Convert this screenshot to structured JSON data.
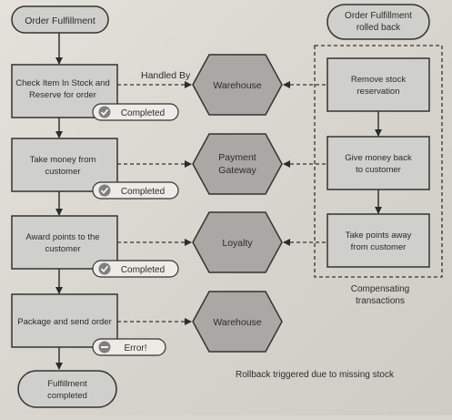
{
  "nodes": {
    "order_fulfillment": "Order Fulfillment",
    "rolled_back_line1": "Order Fulfillment",
    "rolled_back_line2": "rolled back",
    "check_stock_line1": "Check Item In Stock and",
    "check_stock_line2": "Reserve for order",
    "take_money_line1": "Take money from",
    "take_money_line2": "customer",
    "award_points_line1": "Award points to the",
    "award_points_line2": "customer",
    "package_send": "Package and send order",
    "fulfillment_completed_line1": "Fulfillment",
    "fulfillment_completed_line2": "completed",
    "remove_stock_line1": "Remove stock",
    "remove_stock_line2": "reservation",
    "give_money_back_line1": "Give money back",
    "give_money_back_line2": "to customer",
    "take_points_away_line1": "Take points away",
    "take_points_away_line2": "from customer"
  },
  "services": {
    "warehouse_1": "Warehouse",
    "payment_line1": "Payment",
    "payment_line2": "Gateway",
    "loyalty": "Loyalty",
    "warehouse_2": "Warehouse"
  },
  "badges": {
    "completed_1": "Completed",
    "completed_2": "Completed",
    "completed_3": "Completed",
    "error": "Error!"
  },
  "labels": {
    "handled_by": "Handled By",
    "compensating_line1": "Compensating",
    "compensating_line2": "transactions",
    "rollback_note": "Rollback triggered due to missing stock"
  },
  "colors": {
    "box_fill": "#cfcfcc",
    "box_stroke": "#333333",
    "hex_fill": "#a9a8a5",
    "badge_fill": "#ecebe6",
    "check_fill": "#7f7f7d",
    "ink": "#2b2b2b"
  },
  "icons": {
    "completed": "checkmark-icon",
    "error": "minus-icon"
  }
}
